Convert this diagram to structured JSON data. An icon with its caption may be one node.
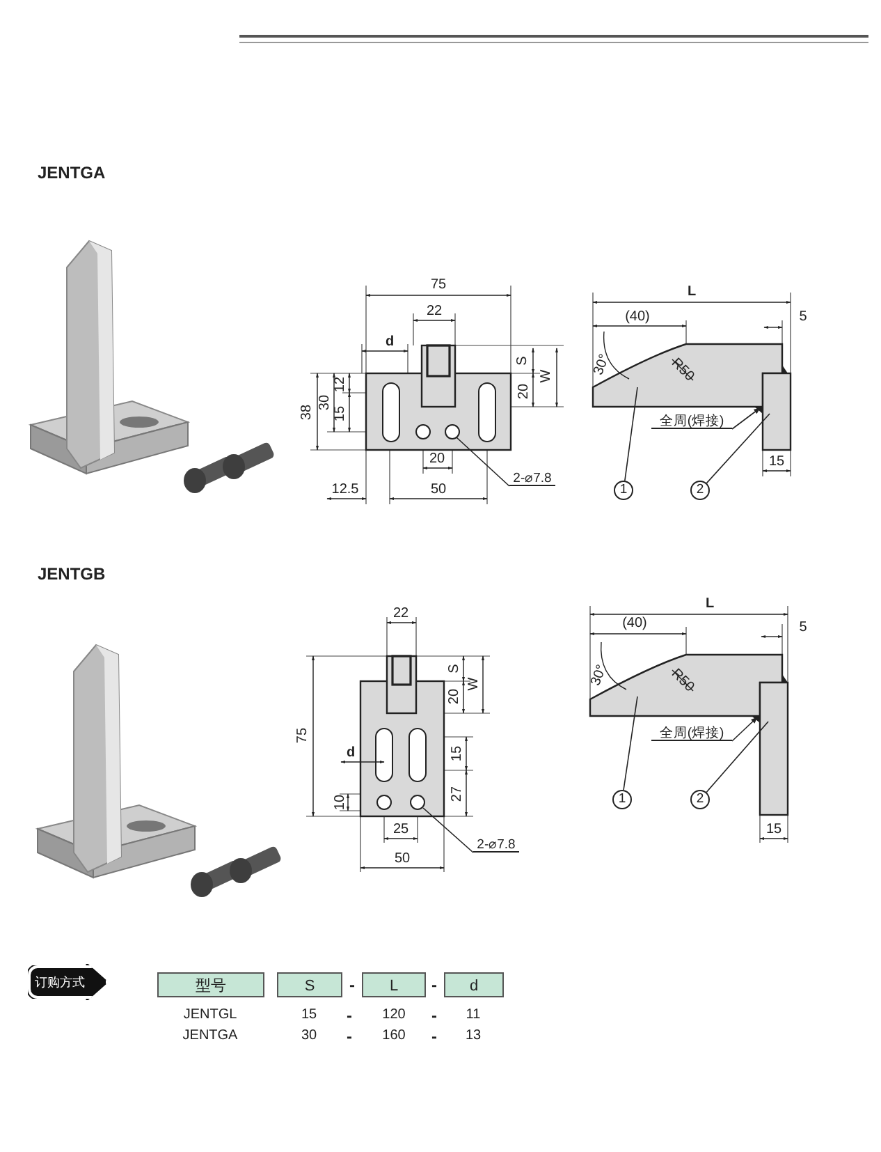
{
  "diagram": {
    "nodes": [
      {
        "text": [
          "1"
        ]
      },
      {
        "text": [
          "2"
        ]
      },
      {
        "text": [
          "全周(焊接)"
        ]
      },
      {
        "text": [
          "2-⌀7.8"
        ]
      },
      {
        "text": [
          "1"
        ]
      },
      {
        "text": [
          "2"
        ]
      },
      {
        "text": [
          "全周(焊接)"
        ]
      },
      {
        "text": [
          "2-⌀7.8"
        ]
      },
      {
        "text": [
          "订购方式"
        ]
      },
      {
        "text": [],
        "shape": "box"
      },
      {
        "text": [],
        "shape": "box"
      },
      {
        "text": [],
        "shape": "triangle"
      },
      {
        "text": [],
        "shape": "circle"
      },
      {
        "text": [],
        "shape": "box"
      },
      {
        "text": [],
        "shape": "box"
      },
      {
        "text": [],
        "shape": "triangle"
      },
      {
        "text": [],
        "shape": "circle"
      }
    ],
    "edges": [
      {
        "from": 0,
        "to": 9,
        "arrow": "none"
      },
      {
        "from": 1,
        "to": 10,
        "arrow": "none"
      },
      {
        "from": 2,
        "to": 11,
        "arrow": "to"
      },
      {
        "from": 3,
        "to": 12,
        "arrow": "none"
      },
      {
        "from": 4,
        "to": 13,
        "arrow": "none"
      },
      {
        "from": 5,
        "to": 14,
        "arrow": "none"
      },
      {
        "from": 6,
        "to": 15,
        "arrow": "to"
      },
      {
        "from": 7,
        "to": 16,
        "arrow": "none"
      }
    ],
    "labels": [
      "JENTGA",
      "75",
      "22",
      "d",
      "S",
      "W",
      "20",
      "38",
      "30",
      "12",
      "15",
      "20",
      "12.5",
      "50",
      "L",
      "(40)",
      "5",
      "30°",
      "R50",
      "15",
      "JENTGB",
      "22",
      "S",
      "W",
      "20",
      "75",
      "d",
      "15",
      "27",
      "10",
      "25",
      "50",
      "L",
      "(40)",
      "5",
      "30°",
      "R50",
      "15",
      "型号",
      "S",
      "-",
      "L",
      "-",
      "d",
      "JENTGL",
      "15",
      "-",
      "120",
      "-",
      "11",
      "JENTGA",
      "30",
      "-",
      "160",
      "-",
      "13"
    ]
  }
}
